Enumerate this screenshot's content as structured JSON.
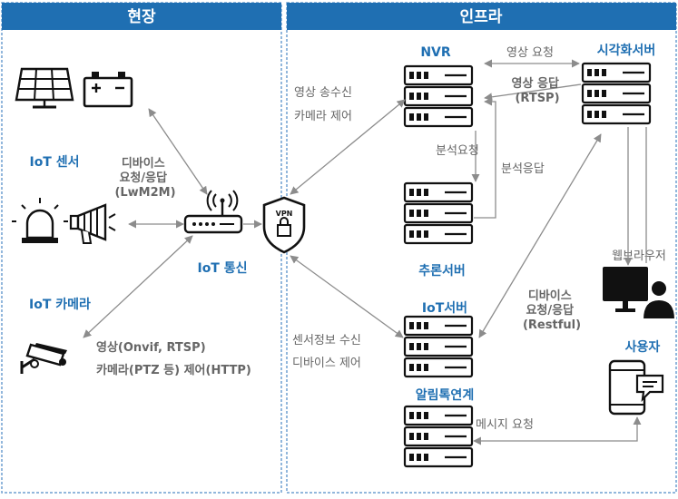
{
  "panels": {
    "field_title": "현장",
    "infra_title": "인프라"
  },
  "nodes": {
    "iot_sensor": "IoT 센서",
    "iot_camera": "IoT 카메라",
    "iot_comm": "IoT 통신",
    "vpn": "VPN",
    "nvr": "NVR",
    "visual_server": "시각화서버",
    "inference_server": "추론서버",
    "iot_server": "IoT서버",
    "alimtalk": "알림톡연계",
    "web_browser": "웹브라우저",
    "user": "사용자"
  },
  "edges": {
    "device_req": [
      "디바이스",
      "요청/응답",
      "(LwM2M)"
    ],
    "camera_link": [
      "영상(Onvif, RTSP)",
      "카메라(PTZ 등) 제어(HTTP)"
    ],
    "vpn_nvr": [
      "영상 송수신",
      "카메라 제어"
    ],
    "vpn_iot": [
      "센서정보 수신",
      "디바이스 제어"
    ],
    "video_req": "영상 요청",
    "video_resp": [
      "영상 응답",
      "(RTSP)"
    ],
    "analysis_req": "분석요청",
    "analysis_resp": "분석응답",
    "restful": [
      "디바이스",
      "요청/응답",
      "(Restful)"
    ],
    "message_req": "메시지 요청"
  },
  "colors": {
    "header": "#1f6fb2",
    "label_blue": "#1f6fb2",
    "text_gray": "#666666",
    "arrow": "#8c8c8c"
  },
  "icons": [
    "solar-panel-icon",
    "battery-icon",
    "siren-icon",
    "megaphone-icon",
    "cctv-camera-icon",
    "router-icon",
    "vpn-shield-icon",
    "server-rack-icon",
    "monitor-user-icon",
    "smartphone-chat-icon"
  ]
}
